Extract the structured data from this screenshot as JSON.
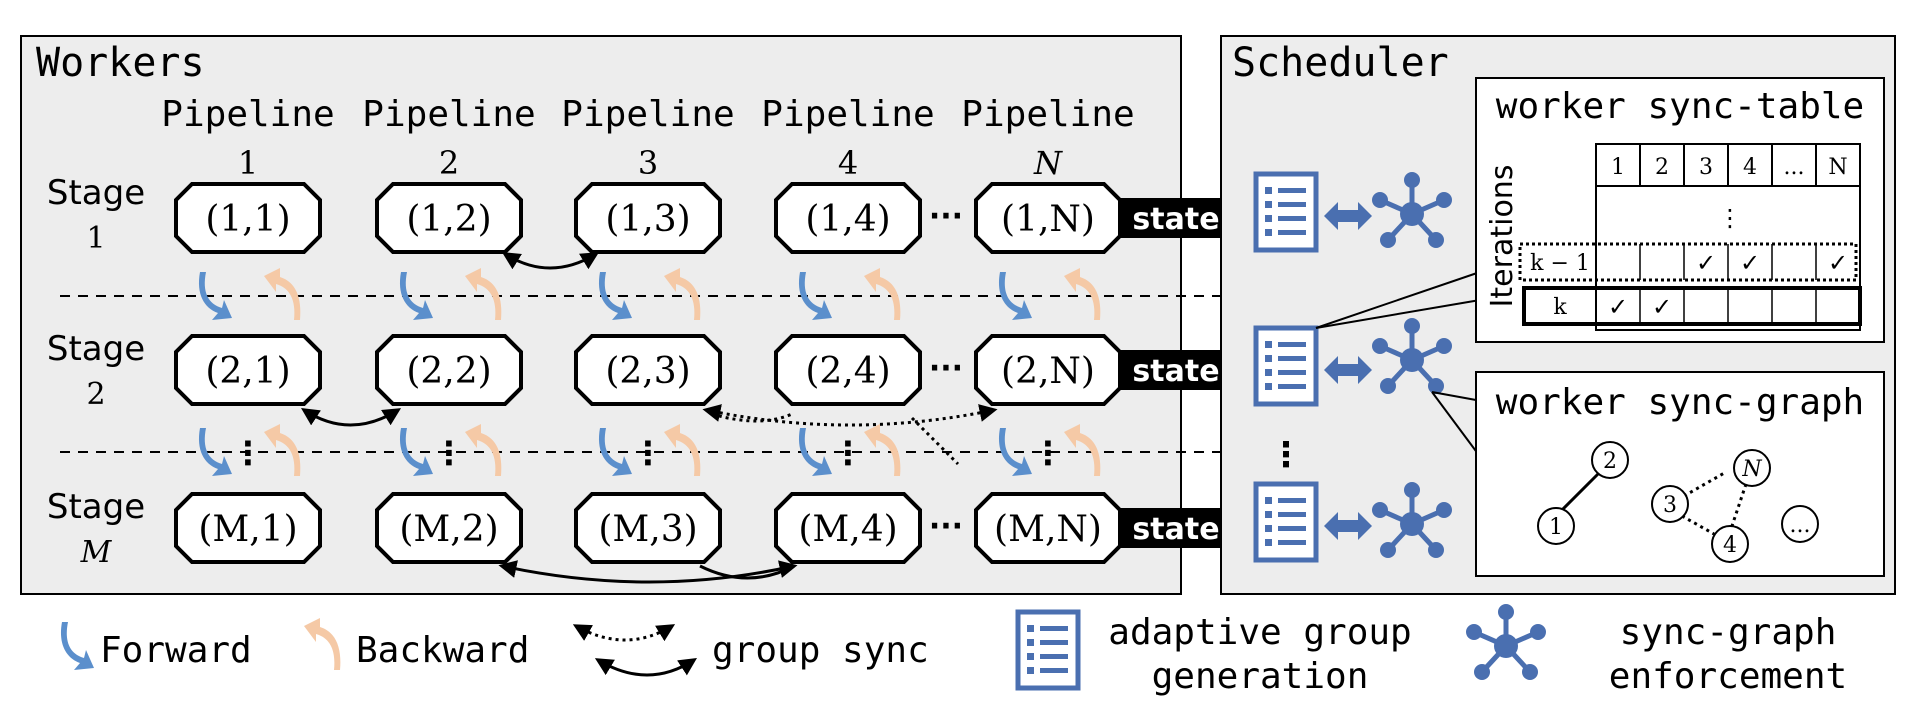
{
  "workers": {
    "title": "Workers",
    "pipeline_word": "Pipeline",
    "pipeline_numbers": [
      "1",
      "2",
      "3",
      "4",
      "N"
    ],
    "stage_word": "Stage",
    "stage_numbers": [
      "1",
      "2",
      "M"
    ],
    "nodes": [
      [
        "(1,1)",
        "(1,2)",
        "(1,3)",
        "(1,4)",
        "(1,N)"
      ],
      [
        "(2,1)",
        "(2,2)",
        "(2,3)",
        "(2,4)",
        "(2,N)"
      ],
      [
        "(M,1)",
        "(M,2)",
        "(M,3)",
        "(M,4)",
        "(M,N)"
      ]
    ],
    "ellipsis": "···",
    "vdots": "⋮"
  },
  "state_label": "state",
  "scheduler": {
    "title": "Scheduler",
    "vdots": "⋮",
    "sync_table": {
      "title": "worker sync-table",
      "axis_label": "Iterations",
      "columns": [
        "1",
        "2",
        "3",
        "4",
        "...",
        "N"
      ],
      "vdots": "⋮",
      "rows": [
        {
          "label": "k − 1",
          "checks": [
            "",
            "",
            "✓",
            "✓",
            "",
            "✓"
          ]
        },
        {
          "label": "k",
          "checks": [
            "✓",
            "✓",
            "",
            "",
            "",
            ""
          ]
        }
      ]
    },
    "sync_graph": {
      "title": "worker sync-graph",
      "nodes": [
        "1",
        "2",
        "3",
        "N",
        "4",
        "..."
      ]
    }
  },
  "legend": {
    "forward": "Forward",
    "backward": "Backward",
    "group_sync": "group sync",
    "adaptive_line1": "adaptive group",
    "adaptive_line2": "generation",
    "enforce_line1": "sync-graph",
    "enforce_line2": "enforcement"
  },
  "colors": {
    "forward": "#5b8fcc",
    "backward": "#f5c9a6",
    "scheduler_icon": "#4a6fb0",
    "panel_bg": "#ededed",
    "state_bg": "#000000"
  }
}
